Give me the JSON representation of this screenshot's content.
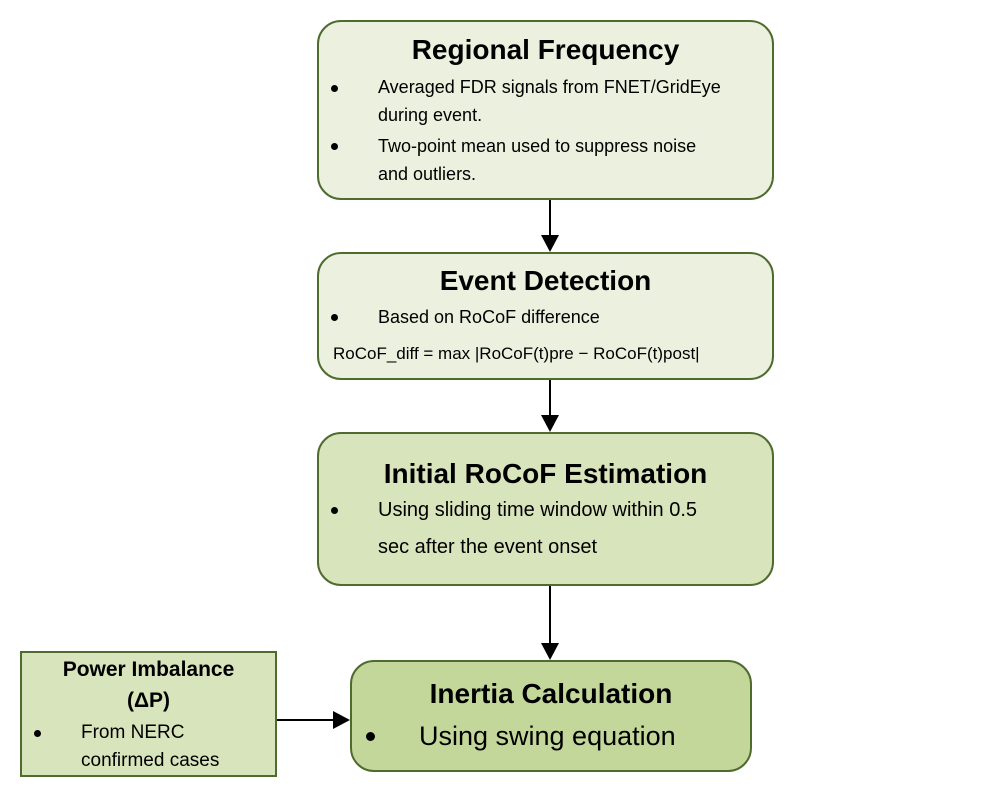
{
  "boxes": {
    "regional_frequency": {
      "title": "Regional Frequency",
      "bullets": [
        [
          "Averaged FDR signals from FNET/GridEye",
          "during event."
        ],
        [
          "Two-point mean used to suppress noise",
          "and outliers."
        ]
      ]
    },
    "event_detection": {
      "title": "Event Detection",
      "bullets": [
        [
          "Based on RoCoF difference"
        ]
      ],
      "formula": "RoCoF_diff = max |RoCoF(t)pre − RoCoF(t)post|"
    },
    "initial_rocof": {
      "title": "Initial RoCoF Estimation",
      "bullets": [
        [
          "Using sliding time window within 0.5",
          "sec after the event onset"
        ]
      ]
    },
    "inertia_calculation": {
      "title": "Inertia Calculation",
      "bullets": [
        [
          "Using swing equation"
        ]
      ]
    },
    "power_imbalance": {
      "title_line1": "Power Imbalance",
      "title_line2": "(ΔP)",
      "bullets": [
        [
          "From NERC",
          "confirmed cases"
        ]
      ]
    }
  }
}
